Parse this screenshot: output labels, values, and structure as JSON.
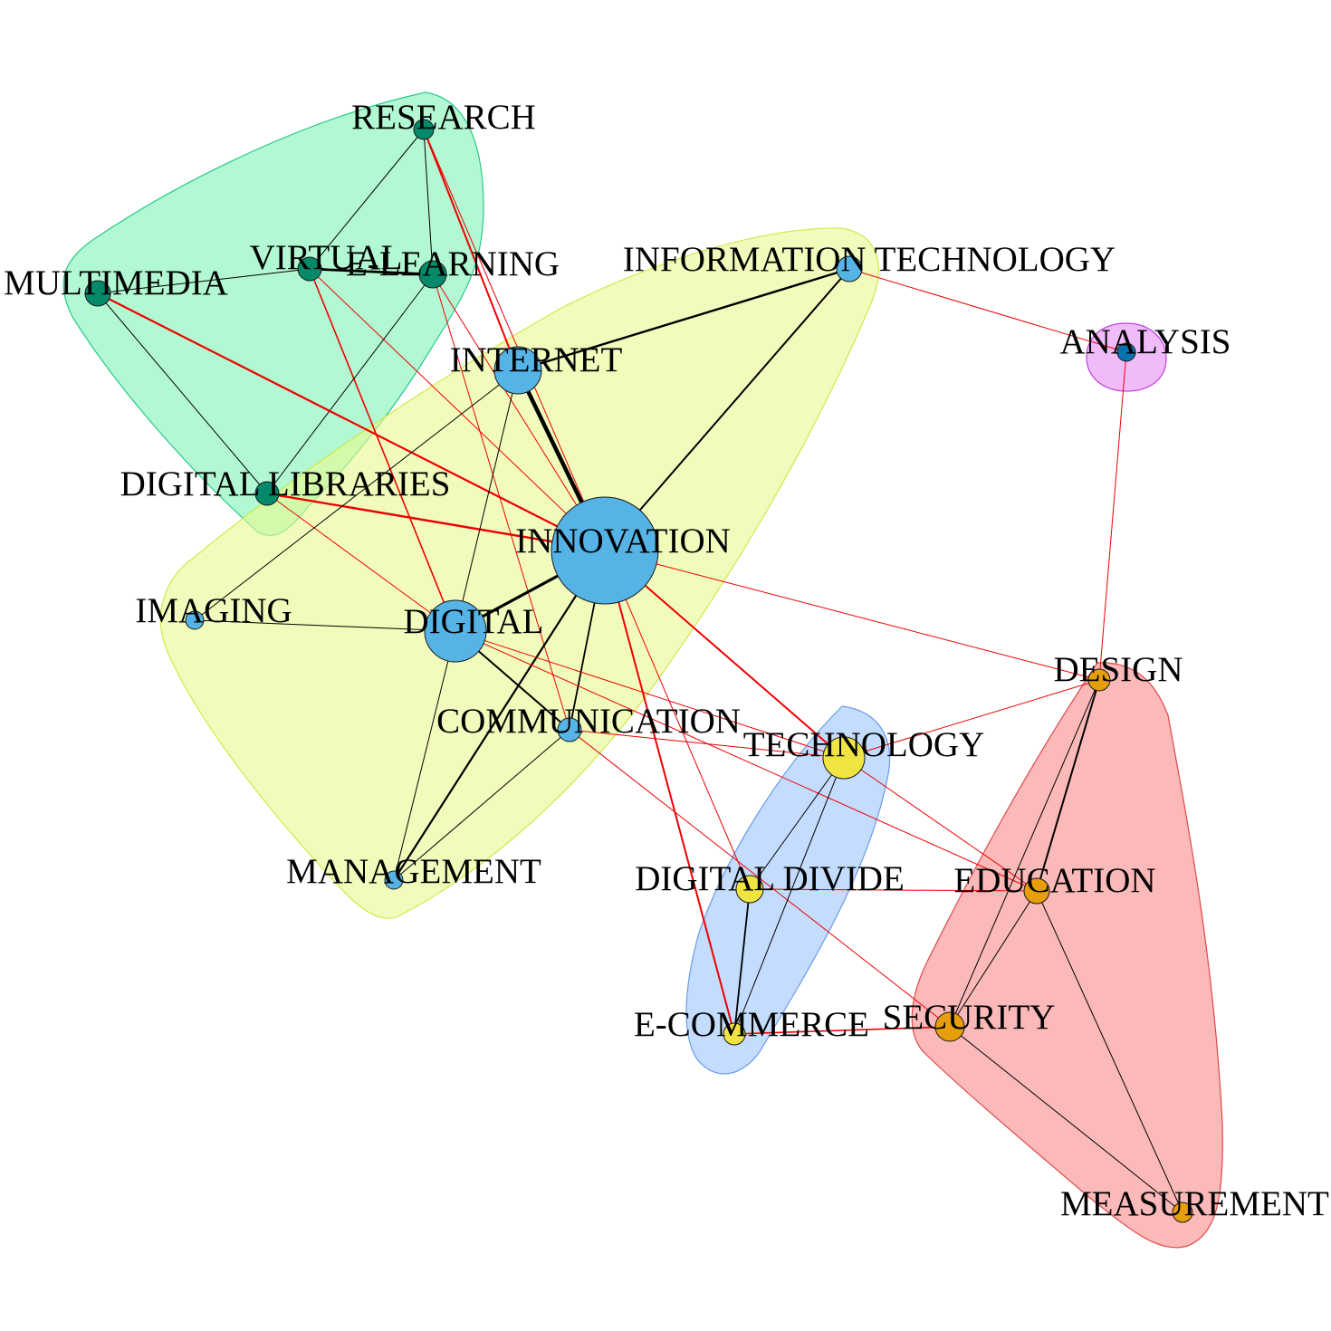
{
  "colors": {
    "cluster_green": "#7ff5b6",
    "cluster_yellow": "#e8fa90",
    "cluster_blue": "#9cc4fb",
    "cluster_red": "#f98a8a",
    "cluster_magenta": "#e58df5",
    "node_green": "#04896a",
    "node_lightblue": "#56b3e6",
    "node_yellow": "#efe442",
    "node_orange": "#e69e0a",
    "node_darkblue": "#0572b1",
    "edge_black": "#000000",
    "edge_red": "#ee0000"
  },
  "nodes": [
    {
      "id": "research",
      "label": "RESEARCH",
      "group": "green"
    },
    {
      "id": "virtual",
      "label": "VIRTUAL",
      "group": "green"
    },
    {
      "id": "elearning",
      "label": "E-LEARNING",
      "group": "green"
    },
    {
      "id": "multimedia",
      "label": "MULTIMEDIA",
      "group": "green"
    },
    {
      "id": "digital_libraries",
      "label": "DIGITAL LIBRARIES",
      "group": "green"
    },
    {
      "id": "information_technology",
      "label": "INFORMATION TECHNOLOGY",
      "group": "lightblue"
    },
    {
      "id": "internet",
      "label": "INTERNET",
      "group": "lightblue"
    },
    {
      "id": "innovation",
      "label": "INNOVATION",
      "group": "lightblue"
    },
    {
      "id": "imaging",
      "label": "IMAGING",
      "group": "lightblue"
    },
    {
      "id": "digital",
      "label": "DIGITAL",
      "group": "lightblue"
    },
    {
      "id": "communication",
      "label": "COMMUNICATION",
      "group": "lightblue"
    },
    {
      "id": "management",
      "label": "MANAGEMENT",
      "group": "lightblue"
    },
    {
      "id": "analysis",
      "label": "ANALYSIS",
      "group": "darkblue"
    },
    {
      "id": "technology",
      "label": "TECHNOLOGY",
      "group": "yellow"
    },
    {
      "id": "digital_divide",
      "label": "DIGITAL DIVIDE",
      "group": "yellow"
    },
    {
      "id": "ecommerce",
      "label": "E-COMMERCE",
      "group": "yellow"
    },
    {
      "id": "design",
      "label": "DESIGN",
      "group": "orange"
    },
    {
      "id": "education",
      "label": "EDUCATION",
      "group": "orange"
    },
    {
      "id": "security",
      "label": "SECURITY",
      "group": "orange"
    },
    {
      "id": "measurement",
      "label": "MEASUREMENT",
      "group": "orange"
    }
  ],
  "edges": [
    {
      "from": "research",
      "to": "virtual",
      "type": "within"
    },
    {
      "from": "research",
      "to": "elearning",
      "type": "within"
    },
    {
      "from": "research",
      "to": "internet",
      "type": "between"
    },
    {
      "from": "research",
      "to": "innovation",
      "type": "between"
    },
    {
      "from": "virtual",
      "to": "elearning",
      "type": "within"
    },
    {
      "from": "virtual",
      "to": "multimedia",
      "type": "within"
    },
    {
      "from": "virtual",
      "to": "digital",
      "type": "between"
    },
    {
      "from": "virtual",
      "to": "innovation",
      "type": "between"
    },
    {
      "from": "elearning",
      "to": "digital_libraries",
      "type": "within"
    },
    {
      "from": "elearning",
      "to": "innovation",
      "type": "between"
    },
    {
      "from": "elearning",
      "to": "communication",
      "type": "between"
    },
    {
      "from": "multimedia",
      "to": "digital_libraries",
      "type": "within"
    },
    {
      "from": "multimedia",
      "to": "innovation",
      "type": "between"
    },
    {
      "from": "digital_libraries",
      "to": "innovation",
      "type": "between"
    },
    {
      "from": "digital_libraries",
      "to": "digital",
      "type": "between"
    },
    {
      "from": "information_technology",
      "to": "internet",
      "type": "within"
    },
    {
      "from": "information_technology",
      "to": "innovation",
      "type": "within"
    },
    {
      "from": "information_technology",
      "to": "analysis",
      "type": "between"
    },
    {
      "from": "internet",
      "to": "innovation",
      "type": "within"
    },
    {
      "from": "internet",
      "to": "digital",
      "type": "within"
    },
    {
      "from": "internet",
      "to": "imaging",
      "type": "within"
    },
    {
      "from": "innovation",
      "to": "digital",
      "type": "within"
    },
    {
      "from": "innovation",
      "to": "communication",
      "type": "within"
    },
    {
      "from": "innovation",
      "to": "management",
      "type": "within"
    },
    {
      "from": "innovation",
      "to": "technology",
      "type": "between"
    },
    {
      "from": "innovation",
      "to": "digital_divide",
      "type": "between"
    },
    {
      "from": "innovation",
      "to": "ecommerce",
      "type": "between"
    },
    {
      "from": "innovation",
      "to": "design",
      "type": "between"
    },
    {
      "from": "imaging",
      "to": "digital",
      "type": "within"
    },
    {
      "from": "digital",
      "to": "communication",
      "type": "within"
    },
    {
      "from": "digital",
      "to": "management",
      "type": "within"
    },
    {
      "from": "digital",
      "to": "technology",
      "type": "between"
    },
    {
      "from": "digital",
      "to": "education",
      "type": "between"
    },
    {
      "from": "communication",
      "to": "management",
      "type": "within"
    },
    {
      "from": "communication",
      "to": "technology",
      "type": "between"
    },
    {
      "from": "communication",
      "to": "security",
      "type": "between"
    },
    {
      "from": "technology",
      "to": "digital_divide",
      "type": "within"
    },
    {
      "from": "technology",
      "to": "ecommerce",
      "type": "within"
    },
    {
      "from": "technology",
      "to": "design",
      "type": "between"
    },
    {
      "from": "technology",
      "to": "education",
      "type": "between"
    },
    {
      "from": "digital_divide",
      "to": "ecommerce",
      "type": "within"
    },
    {
      "from": "digital_divide",
      "to": "education",
      "type": "between"
    },
    {
      "from": "ecommerce",
      "to": "security",
      "type": "between"
    },
    {
      "from": "analysis",
      "to": "design",
      "type": "between"
    },
    {
      "from": "design",
      "to": "education",
      "type": "within"
    },
    {
      "from": "design",
      "to": "security",
      "type": "within"
    },
    {
      "from": "education",
      "to": "security",
      "type": "within"
    },
    {
      "from": "education",
      "to": "measurement",
      "type": "within"
    },
    {
      "from": "security",
      "to": "measurement",
      "type": "within"
    }
  ]
}
